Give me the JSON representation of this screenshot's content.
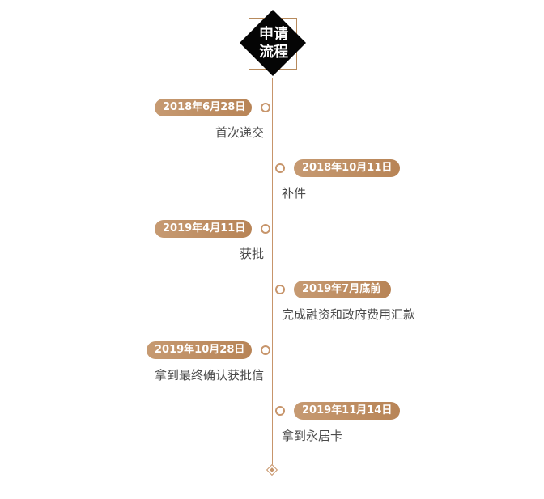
{
  "title": {
    "line1": "申请",
    "line2": "流程"
  },
  "colors": {
    "accent": "#c7956b",
    "pill": "#b88456",
    "header_bg": "#050505",
    "text": "#4b4b4b"
  },
  "items": [
    {
      "date": "2018年6月28日",
      "label": "首次递交",
      "side": "left"
    },
    {
      "date": "2018年10月11日",
      "label": "补件",
      "side": "right"
    },
    {
      "date": "2019年4月11日",
      "label": "获批",
      "side": "left"
    },
    {
      "date": "2019年7月底前",
      "label": "完成融资和政府费用汇款",
      "side": "right"
    },
    {
      "date": "2019年10月28日",
      "label": "拿到最终确认获批信",
      "side": "left"
    },
    {
      "date": "2019年11月14日",
      "label": "拿到永居卡",
      "side": "right"
    }
  ]
}
